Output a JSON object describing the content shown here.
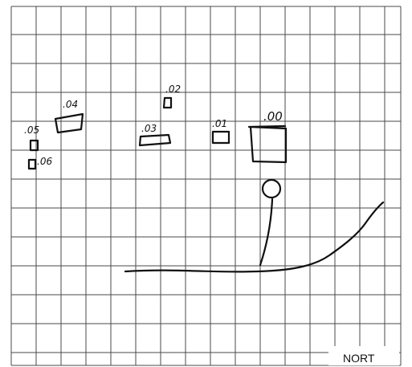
{
  "sheet": {
    "corner_label": "NORT"
  },
  "labels": {
    "item_00": ".00",
    "item_01": ".01",
    "item_02": ".02",
    "item_03": ".03",
    "item_04": ".04",
    "item_05": ".05",
    "item_06": ".06"
  },
  "colors": {
    "ink": "#111111",
    "grid": "#4a4a4a",
    "paper": "#ffffff"
  }
}
